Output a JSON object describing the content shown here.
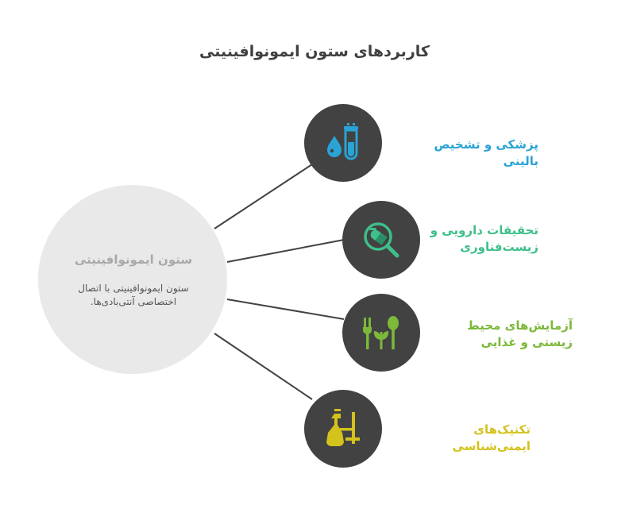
{
  "title": "کاربردهای ستون ایمونوافینیتی",
  "center": {
    "title": "ستون ایمونوافینیتی",
    "description": "ستون ایمونوافینیتی با اتصال اختصاصی آنتی‌بادی‌ها."
  },
  "nodes": [
    {
      "label": "پزشکی و تشخیص بالینی",
      "color": "#2aa3d6",
      "icon": "test-tubes-icon"
    },
    {
      "label": "تحقیقات دارویی و زیست‌فناوری",
      "color": "#3fbf8a",
      "icon": "pill-magnifier-icon"
    },
    {
      "label": "آزمایش‌های محیط زیستی و غذایی",
      "color": "#7cb83a",
      "icon": "fork-spoon-plant-icon"
    },
    {
      "label": "تکنیک‌های ایمنی‌شناسی",
      "color": "#d4c21d",
      "icon": "lab-flask-icon"
    }
  ],
  "colors": {
    "node_background": "#424242",
    "center_background": "#e9e9e9",
    "connector": "#424242"
  }
}
